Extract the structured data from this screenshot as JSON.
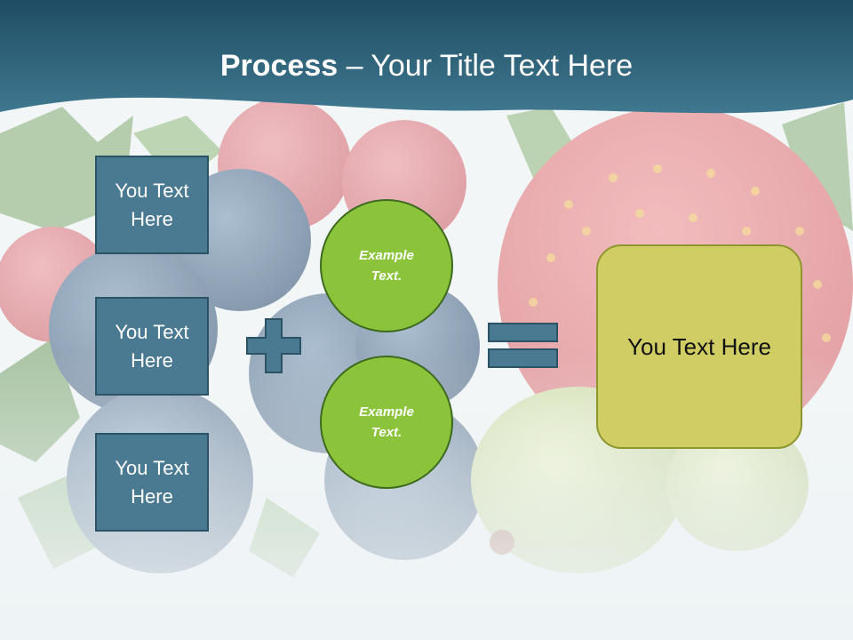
{
  "title": {
    "bold": "Process",
    "rest": " – Your Title Text Here"
  },
  "left_boxes": [
    {
      "label": "You Text Here"
    },
    {
      "label": "You Text Here"
    },
    {
      "label": "You Text Here"
    }
  ],
  "circles": [
    {
      "label": "Example Text."
    },
    {
      "label": "Example Text."
    }
  ],
  "result": {
    "label": "You Text Here"
  },
  "operators": {
    "plus": "plus-icon",
    "equals": "equals-icon"
  },
  "colors": {
    "header": "#2f6178",
    "box_fill": "#4a7a92",
    "circle_fill": "#8bc43a",
    "result_fill": "#cfcd63"
  }
}
